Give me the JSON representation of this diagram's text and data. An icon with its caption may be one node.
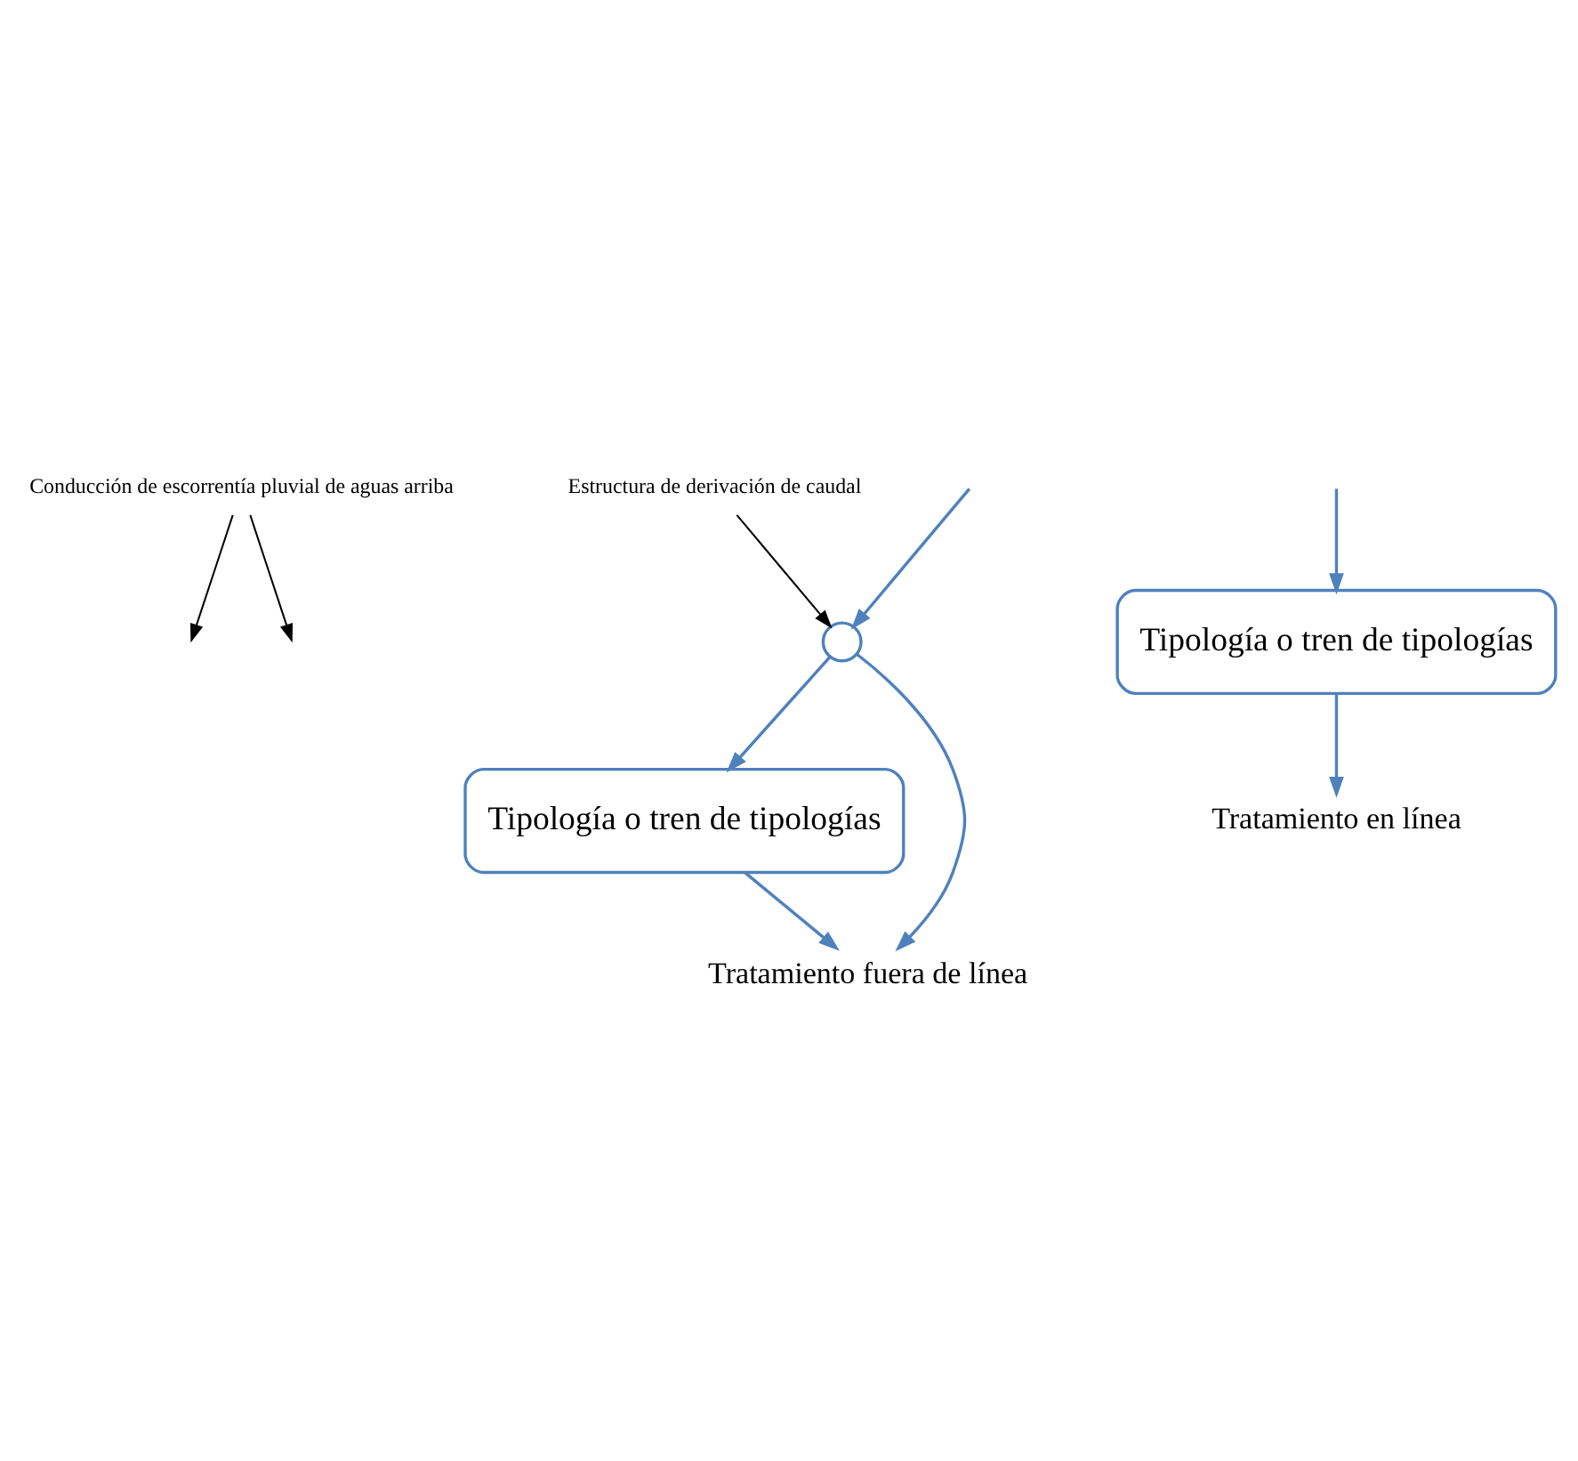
{
  "diagram": {
    "nodes": [
      {
        "text": [
          "Conducción de escorrentía pluvial de aguas arriba"
        ]
      },
      {
        "text": [
          "Estructura de derivación de caudal"
        ]
      },
      {
        "text": [
          "Tipología o tren de tipologías"
        ]
      },
      {
        "text": [
          "Tratamiento en línea"
        ]
      },
      {
        "text": [],
        "shape": "circle"
      },
      {
        "text": [
          "Tipología o tren de tipologías"
        ]
      },
      {
        "text": [
          "Tratamiento fuera de línea"
        ]
      }
    ],
    "edges": [
      {
        "from": 0,
        "to": null,
        "arrow": "to",
        "color": "#000000"
      },
      {
        "from": 0,
        "to": null,
        "arrow": "to",
        "color": "#000000"
      },
      {
        "from": 1,
        "to": 4,
        "arrow": "to",
        "color": "#000000"
      },
      {
        "from": null,
        "to": 2,
        "arrow": "to"
      },
      {
        "from": 2,
        "to": 3,
        "arrow": "to"
      },
      {
        "from": null,
        "to": 4,
        "arrow": "to"
      },
      {
        "from": 4,
        "to": 5,
        "arrow": "to"
      },
      {
        "from": 4,
        "to": 6,
        "arrow": "to"
      },
      {
        "from": 5,
        "to": 6,
        "arrow": "to"
      }
    ]
  }
}
